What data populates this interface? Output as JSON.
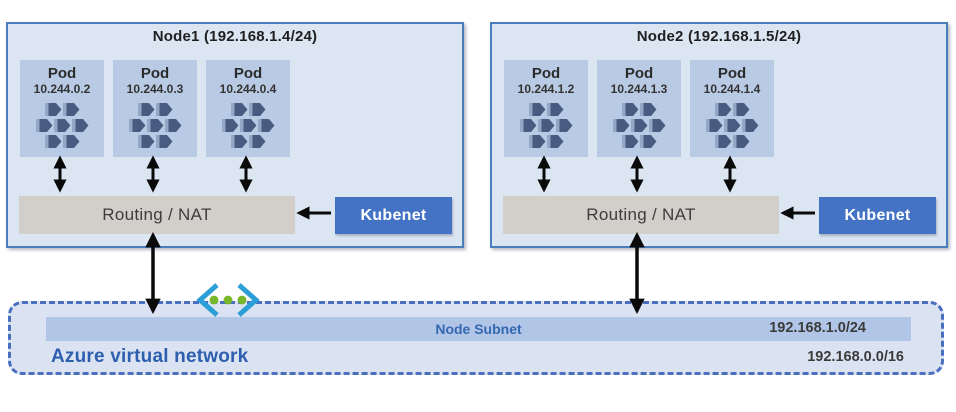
{
  "nodes": [
    {
      "title": "Node1 (192.168.1.4/24)",
      "routing_label": "Routing / NAT",
      "kubenet_label": "Kubenet",
      "pods": [
        {
          "label": "Pod",
          "ip": "10.244.0.2"
        },
        {
          "label": "Pod",
          "ip": "10.244.0.3"
        },
        {
          "label": "Pod",
          "ip": "10.244.0.4"
        }
      ]
    },
    {
      "title": "Node2 (192.168.1.5/24)",
      "routing_label": "Routing / NAT",
      "kubenet_label": "Kubenet",
      "pods": [
        {
          "label": "Pod",
          "ip": "10.244.1.2"
        },
        {
          "label": "Pod",
          "ip": "10.244.1.3"
        },
        {
          "label": "Pod",
          "ip": "10.244.1.4"
        }
      ]
    }
  ],
  "vnet": {
    "label": "Azure virtual network",
    "cidr": "192.168.0.0/16",
    "subnet": {
      "label": "Node Subnet",
      "cidr": "192.168.1.0/24"
    }
  },
  "icons": {
    "pod_icon": "containers-cluster-icon",
    "vnet_icon": "virtual-network-brackets-icon"
  },
  "colors": {
    "node_fill": "#dce6f3",
    "node_border": "#4a7ebb",
    "pod_fill": "#b9cbe4",
    "routing_fill": "#d2cfca",
    "kubenet_fill": "#4472c4",
    "kubenet_text": "#ffffff",
    "vnet_fill": "#dbe3f3",
    "vnet_border": "#4a6fbf",
    "subnet_bar_fill": "#b1c5e7",
    "subnet_label_text": "#3468b1",
    "vnet_label_text": "#2d5fae",
    "arrow": "#0a0a0a",
    "icon_bracket": "#2d9fd8",
    "icon_dot": "#76b82a",
    "pod_icon_dark": "#475c80"
  }
}
